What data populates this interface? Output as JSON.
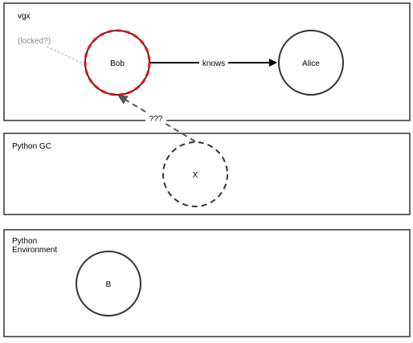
{
  "panels": {
    "vgx": {
      "label": "vgx"
    },
    "gc": {
      "label": "Python GC"
    },
    "env": {
      "label_line1": "Python",
      "label_line2": "Environment"
    }
  },
  "nodes": {
    "bob": {
      "label": "Bob",
      "ring_color": "#ff0000"
    },
    "alice": {
      "label": "Alice"
    },
    "x": {
      "label": "X"
    },
    "b": {
      "label": "B"
    }
  },
  "edges": {
    "knows": {
      "label": "knows"
    },
    "unknown": {
      "label": "???"
    }
  },
  "annotations": {
    "locked": {
      "label": "(locked?)"
    }
  }
}
